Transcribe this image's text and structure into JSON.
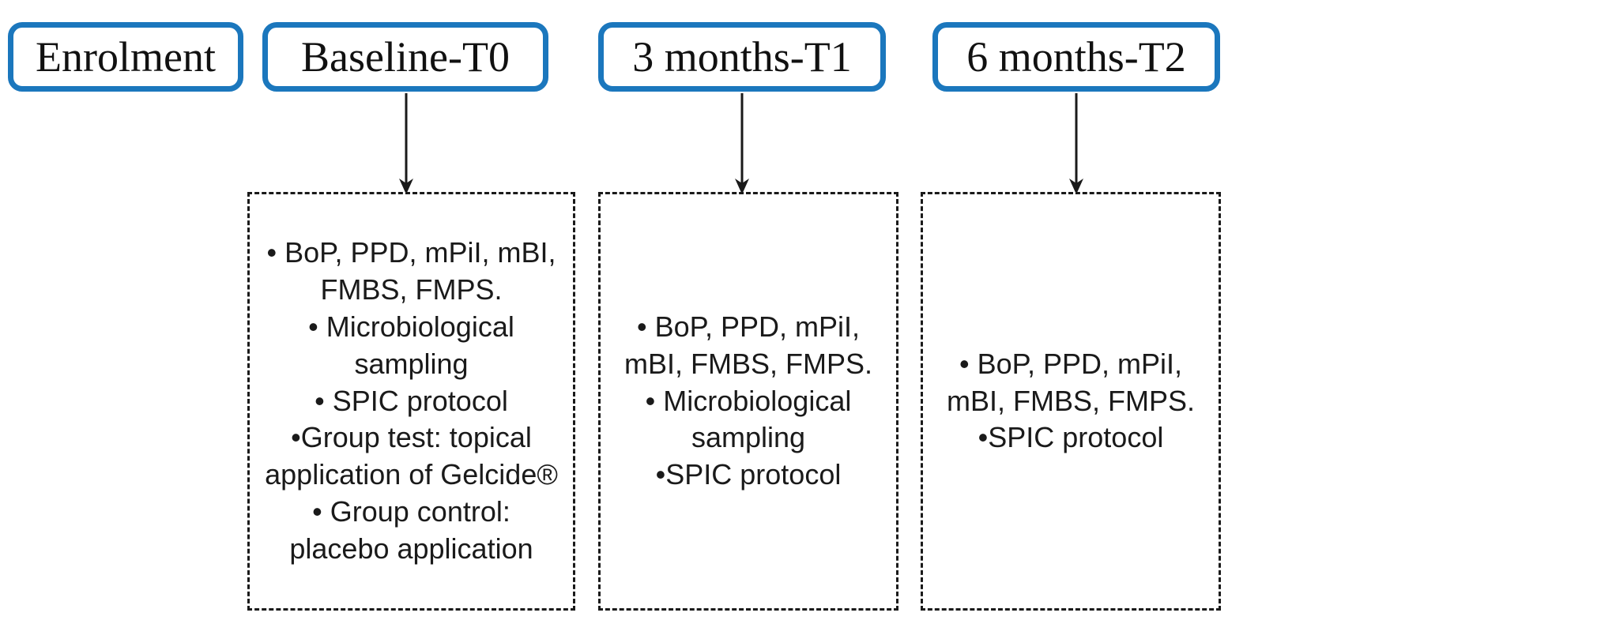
{
  "diagram": {
    "title": "Clinical study timeline flowchart",
    "accent_color": "#1b77bd",
    "text_color": "#1a1a1a",
    "background_color": "#ffffff",
    "dash_border_color": "#1a1a1a"
  },
  "headers": [
    {
      "id": "enrolment",
      "label": "Enrolment"
    },
    {
      "id": "baseline-t0",
      "label": "Baseline-T0"
    },
    {
      "id": "3-months-t1",
      "label": "3 months-T1"
    },
    {
      "id": "6-months-t2",
      "label": "6 months-T2"
    }
  ],
  "arrows": [
    {
      "id": "arrow-to-t0",
      "from": "baseline-t0",
      "to": "content-t0",
      "direction": "down"
    },
    {
      "id": "arrow-to-t1",
      "from": "3-months-t1",
      "to": "content-t1",
      "direction": "down"
    },
    {
      "id": "arrow-to-t2",
      "from": "6-months-t2",
      "to": "content-t2",
      "direction": "down"
    }
  ],
  "content_boxes": [
    {
      "id": "content-t0",
      "for_header": "baseline-t0",
      "lines": [
        "• BoP, PPD, mPiI, mBI,",
        "FMBS, FMPS.",
        "• Microbiological",
        "sampling",
        "• SPIC protocol",
        "•Group test: topical",
        "application of Gelcide®",
        "• Group control:",
        "placebo application"
      ]
    },
    {
      "id": "content-t1",
      "for_header": "3-months-t1",
      "lines": [
        "• BoP, PPD, mPiI,",
        "mBI, FMBS, FMPS.",
        "• Microbiological",
        "sampling",
        "•SPIC protocol"
      ]
    },
    {
      "id": "content-t2",
      "for_header": "6-months-t2",
      "lines": [
        "• BoP, PPD, mPiI,",
        "mBI, FMBS, FMPS.",
        "•SPIC protocol"
      ]
    }
  ]
}
